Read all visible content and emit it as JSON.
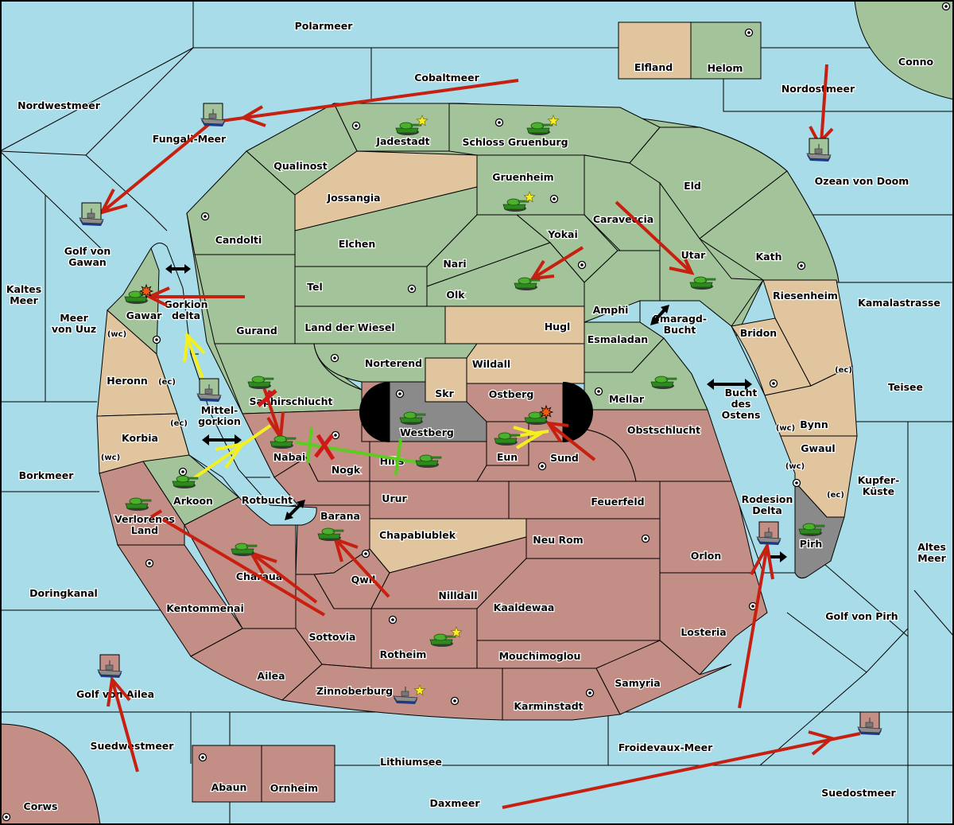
{
  "map_title": "Diplomacy variant map",
  "colors": {
    "sea": "#a8dce8",
    "power_green": "#a3c49a",
    "power_red": "#c38e85",
    "neutral_tan": "#e0c59e",
    "power_grey": "#8a8a8a",
    "move_order": "#c82010",
    "support_order": "#f4f020",
    "convoy_order": "#5ccc20"
  },
  "seas": [
    {
      "id": "polarmeer",
      "name": "Polarmeer"
    },
    {
      "id": "cobaltmeer",
      "name": "Cobaltmeer"
    },
    {
      "id": "nordwestmeer",
      "name": "Nordwestmeer"
    },
    {
      "id": "fungali-meer",
      "name": "Fungali-Meer"
    },
    {
      "id": "nordostmeer",
      "name": "Nordostmeer"
    },
    {
      "id": "ozean-von-doom",
      "name": "Ozean von Doom"
    },
    {
      "id": "golf-von-gawan",
      "name": "Golf von\nGawan"
    },
    {
      "id": "kaltes-meer",
      "name": "Kaltes\nMeer"
    },
    {
      "id": "meer-von-uuz",
      "name": "Meer\nvon Uuz"
    },
    {
      "id": "gorkion-delta",
      "name": "Gorkion\ndelta"
    },
    {
      "id": "mittel-gorkion",
      "name": "Mittel-\ngorkion"
    },
    {
      "id": "rotbucht",
      "name": "Rotbucht"
    },
    {
      "id": "borkmeer",
      "name": "Borkmeer"
    },
    {
      "id": "doringkanal",
      "name": "Doringkanal"
    },
    {
      "id": "golf-von-ailea",
      "name": "Golf von Ailea"
    },
    {
      "id": "suedwestmeer",
      "name": "Suedwestmeer"
    },
    {
      "id": "lithiumsee",
      "name": "Lithiumsee"
    },
    {
      "id": "daxmeer",
      "name": "Daxmeer"
    },
    {
      "id": "froidevaux-meer",
      "name": "Froidevaux-Meer"
    },
    {
      "id": "suedostmeer",
      "name": "Suedostmeer"
    },
    {
      "id": "golf-von-pirh",
      "name": "Golf von Pirh"
    },
    {
      "id": "altes-meer",
      "name": "Altes\nMeer"
    },
    {
      "id": "kupfer-kueste",
      "name": "Kupfer-\nKüste"
    },
    {
      "id": "teisee",
      "name": "Teisee"
    },
    {
      "id": "kamalastrasse",
      "name": "Kamalastrasse"
    },
    {
      "id": "smaragd-bucht",
      "name": "Smaragd-\nBucht"
    },
    {
      "id": "bucht-des-ostens",
      "name": "Bucht\ndes\nOstens"
    },
    {
      "id": "rodesion-delta",
      "name": "Rodesion\nDelta"
    }
  ],
  "provinces": [
    {
      "id": "elfland",
      "name": "Elfland",
      "owner": "neutral"
    },
    {
      "id": "helom",
      "name": "Helom",
      "owner": "green",
      "supply_center": true
    },
    {
      "id": "conno",
      "name": "Conno",
      "owner": "green",
      "supply_center": true
    },
    {
      "id": "jadestadt",
      "name": "Jadestadt",
      "owner": "green",
      "supply_center": true
    },
    {
      "id": "schloss-gruenburg",
      "name": "Schloss Gruenburg",
      "owner": "green",
      "supply_center": true
    },
    {
      "id": "qualinost",
      "name": "Qualinost",
      "owner": "green"
    },
    {
      "id": "jossangia",
      "name": "Jossangia",
      "owner": "neutral"
    },
    {
      "id": "gruenheim",
      "name": "Gruenheim",
      "owner": "green",
      "supply_center": true
    },
    {
      "id": "eld",
      "name": "Eld",
      "owner": "green"
    },
    {
      "id": "caraveccia",
      "name": "Caraveccia",
      "owner": "green"
    },
    {
      "id": "candolti",
      "name": "Candolti",
      "owner": "green",
      "supply_center": true
    },
    {
      "id": "elchen",
      "name": "Elchen",
      "owner": "green"
    },
    {
      "id": "yokai",
      "name": "Yokai",
      "owner": "green",
      "supply_center": true
    },
    {
      "id": "nari",
      "name": "Nari",
      "owner": "green"
    },
    {
      "id": "utar",
      "name": "Utar",
      "owner": "green"
    },
    {
      "id": "kath",
      "name": "Kath",
      "owner": "green",
      "supply_center": true
    },
    {
      "id": "tel",
      "name": "Tel",
      "owner": "green",
      "supply_center": true
    },
    {
      "id": "olk",
      "name": "Olk",
      "owner": "green"
    },
    {
      "id": "gawar",
      "name": "Gawar",
      "owner": "green",
      "supply_center": true
    },
    {
      "id": "gurand",
      "name": "Gurand",
      "owner": "green"
    },
    {
      "id": "land-der-wiesel",
      "name": "Land der Wiesel",
      "owner": "green"
    },
    {
      "id": "hugl",
      "name": "Hugl",
      "owner": "neutral"
    },
    {
      "id": "amphi",
      "name": "Amphi",
      "owner": "green"
    },
    {
      "id": "esmaladan",
      "name": "Esmaladan",
      "owner": "green"
    },
    {
      "id": "riesenheim",
      "name": "Riesenheim",
      "owner": "neutral"
    },
    {
      "id": "bridon",
      "name": "Bridon",
      "owner": "neutral",
      "supply_center": true
    },
    {
      "id": "heronn",
      "name": "Heronn",
      "owner": "neutral"
    },
    {
      "id": "norterend",
      "name": "Norterend",
      "owner": "green",
      "supply_center": true
    },
    {
      "id": "wildall",
      "name": "Wildall",
      "owner": "neutral"
    },
    {
      "id": "skr",
      "name": "Skr",
      "owner": "neutral"
    },
    {
      "id": "ostberg",
      "name": "Ostberg",
      "owner": "red"
    },
    {
      "id": "mellar",
      "name": "Mellar",
      "owner": "green",
      "supply_center": true
    },
    {
      "id": "saphirschlucht",
      "name": "Saphirschlucht",
      "owner": "green"
    },
    {
      "id": "westberg",
      "name": "Westberg",
      "owner": "grey",
      "supply_center": true
    },
    {
      "id": "korbia",
      "name": "Korbia",
      "owner": "neutral"
    },
    {
      "id": "nabai",
      "name": "Nabai",
      "owner": "red"
    },
    {
      "id": "nogk",
      "name": "Nogk",
      "owner": "red",
      "supply_center": true
    },
    {
      "id": "hills",
      "name": "Hills",
      "owner": "red"
    },
    {
      "id": "eun",
      "name": "Eun",
      "owner": "red"
    },
    {
      "id": "sund",
      "name": "Sund",
      "owner": "red",
      "supply_center": true
    },
    {
      "id": "obstschlucht",
      "name": "Obstschlucht",
      "owner": "red"
    },
    {
      "id": "bynn",
      "name": "Bynn",
      "owner": "neutral"
    },
    {
      "id": "gwaul",
      "name": "Gwaul",
      "owner": "neutral"
    },
    {
      "id": "arkoon",
      "name": "Arkoon",
      "owner": "green",
      "supply_center": true
    },
    {
      "id": "urur",
      "name": "Urur",
      "owner": "red"
    },
    {
      "id": "feuerfeld",
      "name": "Feuerfeld",
      "owner": "red"
    },
    {
      "id": "verlorenes-land",
      "name": "Verlorenes\nLand",
      "owner": "red"
    },
    {
      "id": "barana",
      "name": "Barana",
      "owner": "red"
    },
    {
      "id": "chapablublek",
      "name": "Chapablublek",
      "owner": "neutral"
    },
    {
      "id": "neu-rom",
      "name": "Neu Rom",
      "owner": "red",
      "supply_center": true
    },
    {
      "id": "pirh",
      "name": "Pirh",
      "owner": "grey",
      "supply_center": true
    },
    {
      "id": "orlon",
      "name": "Orlon",
      "owner": "red"
    },
    {
      "id": "charaua",
      "name": "Charaua",
      "owner": "red"
    },
    {
      "id": "qwil",
      "name": "Qwil",
      "owner": "red",
      "supply_center": true
    },
    {
      "id": "nilldall",
      "name": "Nilldall",
      "owner": "red"
    },
    {
      "id": "kentommenai",
      "name": "Kentommenai",
      "owner": "red",
      "supply_center": true
    },
    {
      "id": "kaaldewaa",
      "name": "Kaaldewaa",
      "owner": "red"
    },
    {
      "id": "sottovia",
      "name": "Sottovia",
      "owner": "red"
    },
    {
      "id": "losteria",
      "name": "Losteria",
      "owner": "red",
      "supply_center": true
    },
    {
      "id": "rotheim",
      "name": "Rotheim",
      "owner": "red",
      "supply_center": true
    },
    {
      "id": "mouchimoglou",
      "name": "Mouchimoglou",
      "owner": "red"
    },
    {
      "id": "ailea",
      "name": "Ailea",
      "owner": "red"
    },
    {
      "id": "samyria",
      "name": "Samyria",
      "owner": "red"
    },
    {
      "id": "zinnoberburg",
      "name": "Zinnoberburg",
      "owner": "red",
      "supply_center": true
    },
    {
      "id": "karminstadt",
      "name": "Karminstadt",
      "owner": "red",
      "supply_center": true
    },
    {
      "id": "abaun",
      "name": "Abaun",
      "owner": "red",
      "supply_center": true
    },
    {
      "id": "ornheim",
      "name": "Ornheim",
      "owner": "red"
    },
    {
      "id": "corws",
      "name": "Corws",
      "owner": "red",
      "supply_center": true
    }
  ],
  "coast_labels": [
    "(wc)",
    "(ec)",
    "(ec)",
    "(wc)",
    "(ec)",
    "(wc)",
    "(wc)",
    "(ec)"
  ],
  "units": [
    {
      "type": "army",
      "location": "Jadestadt",
      "owner": "green",
      "home": true
    },
    {
      "type": "army",
      "location": "Schloss Gruenburg",
      "owner": "green",
      "home": true
    },
    {
      "type": "army",
      "location": "Gruenheim",
      "owner": "green",
      "home": true
    },
    {
      "type": "army",
      "location": "Olk",
      "owner": "green"
    },
    {
      "type": "army",
      "location": "Utar",
      "owner": "green"
    },
    {
      "type": "army",
      "location": "Gawar",
      "owner": "green",
      "dislodged": true
    },
    {
      "type": "army",
      "location": "Saphirschlucht",
      "owner": "green"
    },
    {
      "type": "army",
      "location": "Mellar",
      "owner": "green"
    },
    {
      "type": "army",
      "location": "Westberg",
      "owner": "green"
    },
    {
      "type": "army",
      "location": "Ostberg",
      "owner": "green",
      "dislodged": true
    },
    {
      "type": "army",
      "location": "Eun",
      "owner": "green"
    },
    {
      "type": "army",
      "location": "Nabai",
      "owner": "green"
    },
    {
      "type": "army",
      "location": "Hills",
      "owner": "green"
    },
    {
      "type": "army",
      "location": "Arkoon",
      "owner": "green"
    },
    {
      "type": "army",
      "location": "Verlorenes Land",
      "owner": "green"
    },
    {
      "type": "army",
      "location": "Charaua",
      "owner": "green"
    },
    {
      "type": "army",
      "location": "Barana",
      "owner": "green"
    },
    {
      "type": "army",
      "location": "Rotheim",
      "owner": "green",
      "home": true
    },
    {
      "type": "army",
      "location": "Pirh",
      "owner": "green"
    },
    {
      "type": "fleet",
      "location": "Fungali-Meer",
      "owner": "green"
    },
    {
      "type": "fleet",
      "location": "Golf von Gawan",
      "owner": "green"
    },
    {
      "type": "fleet",
      "location": "Ozean von Doom",
      "owner": "green"
    },
    {
      "type": "fleet",
      "location": "Mittel-gorkion",
      "owner": "green"
    },
    {
      "type": "fleet",
      "location": "Rodesion Delta",
      "owner": "red"
    },
    {
      "type": "fleet",
      "location": "Golf von Ailea",
      "owner": "red"
    },
    {
      "type": "fleet",
      "location": "Suedostmeer",
      "owner": "red"
    },
    {
      "type": "fleet",
      "location": "Zinnoberburg",
      "owner": "red",
      "home": true
    }
  ],
  "orders": [
    {
      "kind": "move",
      "from": "Cobaltmeer",
      "to": "Fungali-Meer"
    },
    {
      "kind": "move",
      "from": "Fungali-Meer",
      "to": "Golf von Gawan"
    },
    {
      "kind": "move",
      "from": "Nordostmeer",
      "to": "Ozean von Doom"
    },
    {
      "kind": "move",
      "from": "Caraveccia",
      "to": "Utar"
    },
    {
      "kind": "move",
      "from": "Yokai",
      "to": "Olk"
    },
    {
      "kind": "move",
      "from": "Gurand",
      "to": "Gawar"
    },
    {
      "kind": "support",
      "from": "Mittel-gorkion",
      "to": "Gawar"
    },
    {
      "kind": "move",
      "from": "Saphirschlucht",
      "to": "Nabai",
      "failed": true
    },
    {
      "kind": "support",
      "from": "Arkoon",
      "to": "Nabai"
    },
    {
      "kind": "convoy",
      "from": "Hills",
      "to": "Nabai",
      "failed": true
    },
    {
      "kind": "support",
      "from": "Eun",
      "to": "Sund"
    },
    {
      "kind": "move",
      "from": "Sund",
      "to": "Ostberg"
    },
    {
      "kind": "move",
      "from": "Charaua",
      "to": "Verlorenes Land"
    },
    {
      "kind": "move",
      "from": "Sottovia",
      "to": "Charaua"
    },
    {
      "kind": "move",
      "from": "Qwil",
      "to": "Barana"
    },
    {
      "kind": "move",
      "from": "Suedwestmeer",
      "to": "Golf von Ailea"
    },
    {
      "kind": "move",
      "from": "Froidevaux-Meer",
      "to": "Rodesion Delta"
    },
    {
      "kind": "move",
      "from": "Daxmeer",
      "to": "Suedostmeer"
    }
  ]
}
